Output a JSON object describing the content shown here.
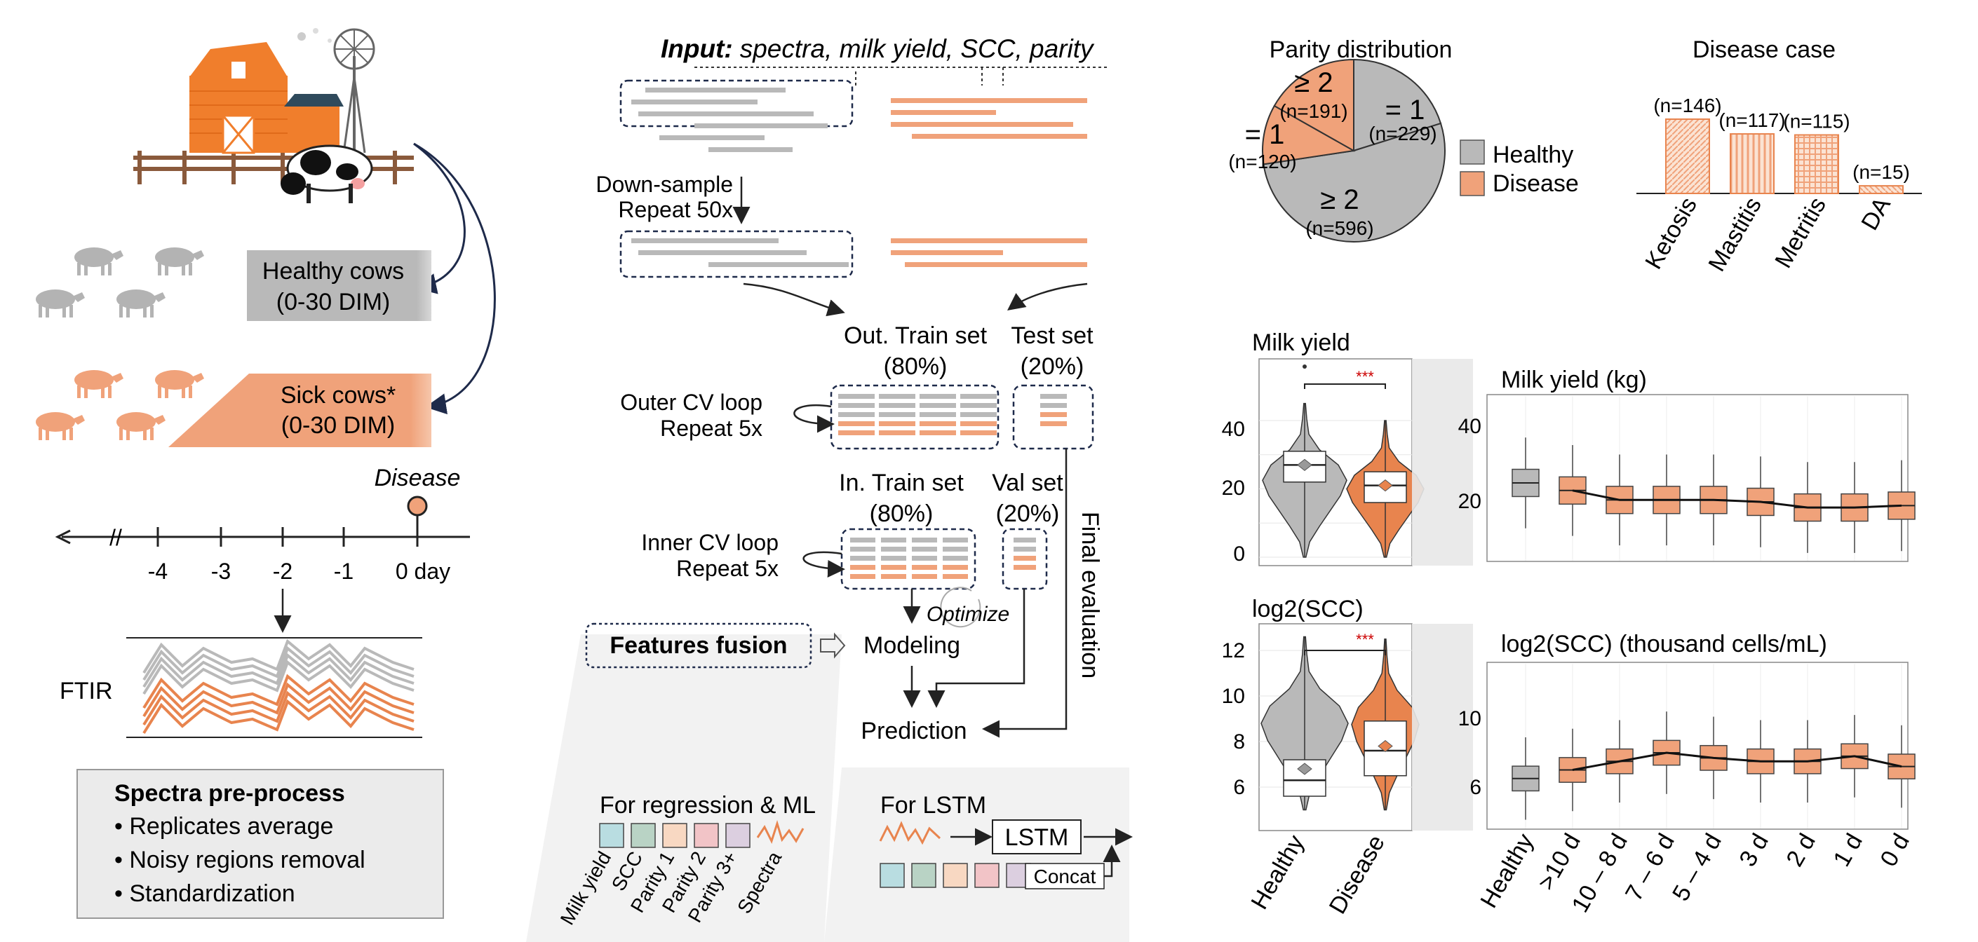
{
  "colors": {
    "healthy": "#b9b9b9",
    "disease": "#f0a27a",
    "disease_dark": "#e8844e",
    "navy": "#1e2a4a",
    "barn": "#f07e2c"
  },
  "left": {
    "healthy_label": [
      "Healthy cows",
      "(0-30 DIM)"
    ],
    "sick_label": [
      "Sick cows*",
      "(0-30 DIM)"
    ],
    "disease_label": "Disease",
    "timeline_break": "//",
    "timeline_ticks": [
      "-4",
      "-3",
      "-2",
      "-1",
      "0 day"
    ],
    "ftir_label": "FTIR",
    "preprocess": {
      "title": "Spectra pre-process",
      "items": [
        "• Replicates average",
        "• Noisy regions removal",
        "• Standardization"
      ]
    }
  },
  "middle": {
    "input_bold": "Input:",
    "input_rest": "spectra, milk yield, SCC, parity",
    "downsample": [
      "Down-sample",
      "Repeat 50x"
    ],
    "out_train": [
      "Out. Train set",
      "(80%)"
    ],
    "test_set": [
      "Test set",
      "(20%)"
    ],
    "outer_cv": [
      "Outer CV loop",
      "Repeat 5x"
    ],
    "in_train": [
      "In. Train set",
      "(80%)"
    ],
    "val_set": [
      "Val set",
      "(20%)"
    ],
    "inner_cv": [
      "Inner CV loop",
      "Repeat 5x"
    ],
    "optimize": "Optimize",
    "features_fusion": "Features fusion",
    "modeling": "Modeling",
    "prediction": "Prediction",
    "final_eval": "Final evaluation",
    "for_regression": "For regression & ML",
    "for_lstm": "For LSTM",
    "lstm": "LSTM",
    "concat": "Concat",
    "feature_labels": [
      "Milk yield",
      "SCC",
      "Parity 1",
      "Parity 2",
      "Parity 3+",
      "Spectra"
    ],
    "feature_colors": [
      "#b9dde1",
      "#b9d3c5",
      "#f8d8c2",
      "#f2c4c7",
      "#dccfe0"
    ]
  },
  "parity": {
    "title": "Parity distribution",
    "slices": [
      {
        "label": "≥ 2",
        "n": "(n=191)",
        "group": "Disease",
        "value": 191
      },
      {
        "label": "= 1",
        "n": "(n=120)",
        "group": "Disease",
        "value": 120
      },
      {
        "label": "≥ 2",
        "n": "(n=596)",
        "group": "Healthy",
        "value": 596
      },
      {
        "label": "= 1",
        "n": "(n=229)",
        "group": "Healthy",
        "value": 229
      }
    ],
    "legend": [
      "Healthy",
      "Disease"
    ]
  },
  "disease_case": {
    "title": "Disease case",
    "bars": [
      {
        "label": "Ketosis",
        "n": "(n=146)",
        "value": 146
      },
      {
        "label": "Mastitis",
        "n": "(n=117)",
        "value": 117
      },
      {
        "label": "Metritis",
        "n": "(n=115)",
        "value": 115
      },
      {
        "label": "DA",
        "n": "(n=15)",
        "value": 15
      }
    ]
  },
  "milk_violin": {
    "title": "Milk yield",
    "yticks": [
      "0",
      "20",
      "40"
    ],
    "sig": "***",
    "healthy_median": 27,
    "disease_median": 21
  },
  "milk_box": {
    "title": "Milk yield (kg)",
    "yticks": [
      "20",
      "40"
    ],
    "medians": [
      25,
      23,
      20.5,
      20.5,
      20.5,
      20,
      18.5,
      18.5,
      19
    ]
  },
  "scc_violin": {
    "title": "log2(SCC)",
    "yticks": [
      "6",
      "8",
      "10",
      "12"
    ],
    "sig": "***",
    "xlabels": [
      "Healthy",
      "Disease"
    ],
    "healthy_median": 6.3,
    "disease_median": 7.6
  },
  "scc_box": {
    "title": "log2(SCC) (thousand cells/mL)",
    "yticks": [
      "6",
      "10"
    ],
    "xlabels": [
      "Healthy",
      ">10 d",
      "10 – 8 d",
      "7 – 6 d",
      "5 – 4 d",
      "3 d",
      "2 d",
      "1 d",
      "0 d"
    ],
    "medians": [
      6.5,
      7.0,
      7.5,
      8.0,
      7.7,
      7.5,
      7.5,
      7.8,
      7.2
    ]
  }
}
